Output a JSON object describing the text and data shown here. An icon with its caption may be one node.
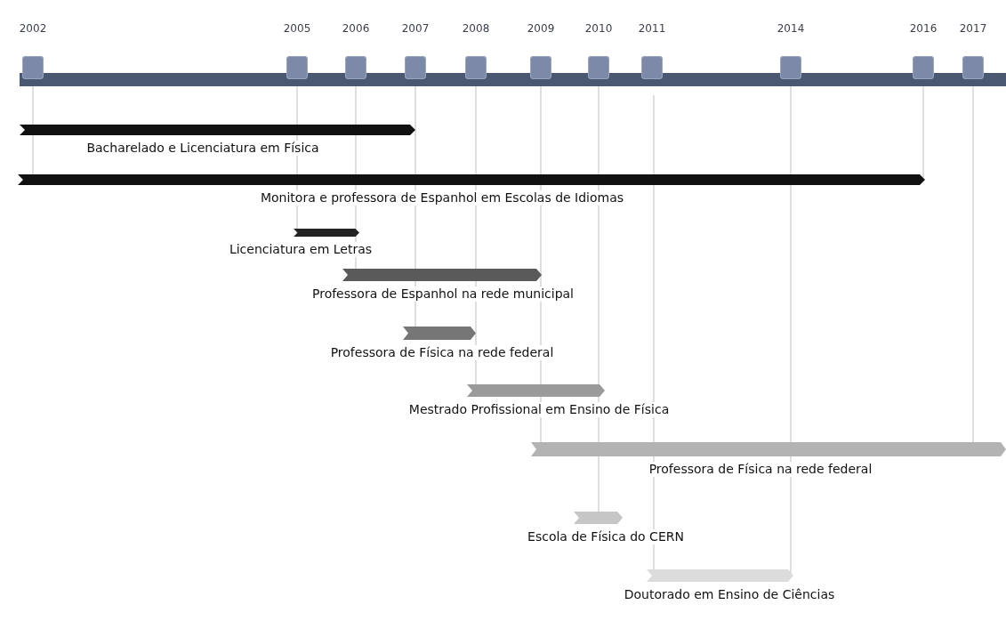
{
  "diagram": {
    "nodes": [
      {
        "text": [
          "2002"
        ]
      },
      {
        "text": [
          "2005"
        ]
      },
      {
        "text": [
          "2006"
        ]
      },
      {
        "text": [
          "2007"
        ]
      },
      {
        "text": [
          "2008"
        ]
      },
      {
        "text": [
          "2009"
        ]
      },
      {
        "text": [
          "2010"
        ]
      },
      {
        "text": [
          "2011"
        ]
      },
      {
        "text": [
          "2014"
        ]
      },
      {
        "text": [
          "2016"
        ]
      },
      {
        "text": [
          "2017"
        ]
      },
      {
        "text": [
          "Bacharelado e Licenciatura em Física"
        ]
      },
      {
        "text": [
          "Monitora e professora de Espanhol em Escolas de Idiomas"
        ]
      },
      {
        "text": [
          "Licenciatura em Letras"
        ]
      },
      {
        "text": [
          "Professora de Espanhol na rede municipal"
        ]
      },
      {
        "text": [
          "Professora de Física na rede federal"
        ]
      },
      {
        "text": [
          "Mestrado Profissional em Ensino de Física"
        ]
      },
      {
        "text": [
          "Professora de Física na rede federal"
        ]
      },
      {
        "text": [
          "Escola de Física do CERN"
        ]
      },
      {
        "text": [
          "Doutorado em Ensino de Ciências"
        ]
      },
      {
        "text": [],
        "shape": "bar"
      }
    ]
  }
}
